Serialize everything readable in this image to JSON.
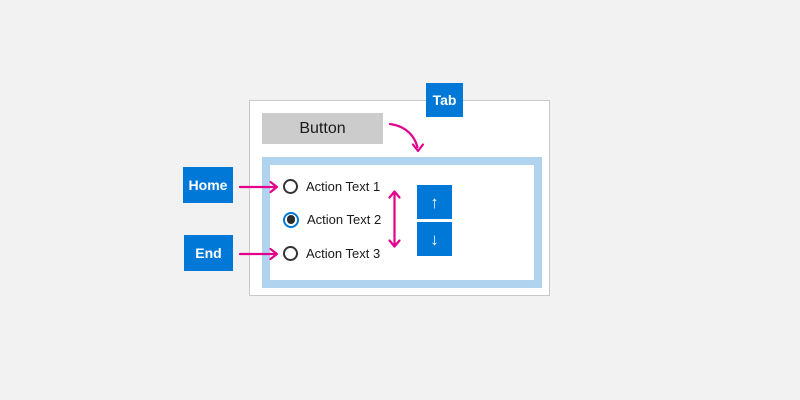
{
  "diagram": {
    "colors": {
      "accent_blue": "#0078d7",
      "annotation_magenta": "#e3008c",
      "focus_ring_blue": "#b0d4f0",
      "button_gray": "#cccccc",
      "panel_border_gray": "#c8c8c8",
      "background_gray": "#f2f2f2",
      "text_dark": "#1a1a1a"
    },
    "key_badges": {
      "tab": "Tab",
      "home": "Home",
      "end": "End"
    },
    "button": {
      "label": "Button"
    },
    "radio_group": {
      "items": [
        {
          "label": "Action Text 1",
          "selected": false
        },
        {
          "label": "Action Text 2",
          "selected": true
        },
        {
          "label": "Action Text 3",
          "selected": false
        }
      ]
    },
    "spinner": {
      "up_icon": "↑",
      "down_icon": "↓"
    }
  }
}
